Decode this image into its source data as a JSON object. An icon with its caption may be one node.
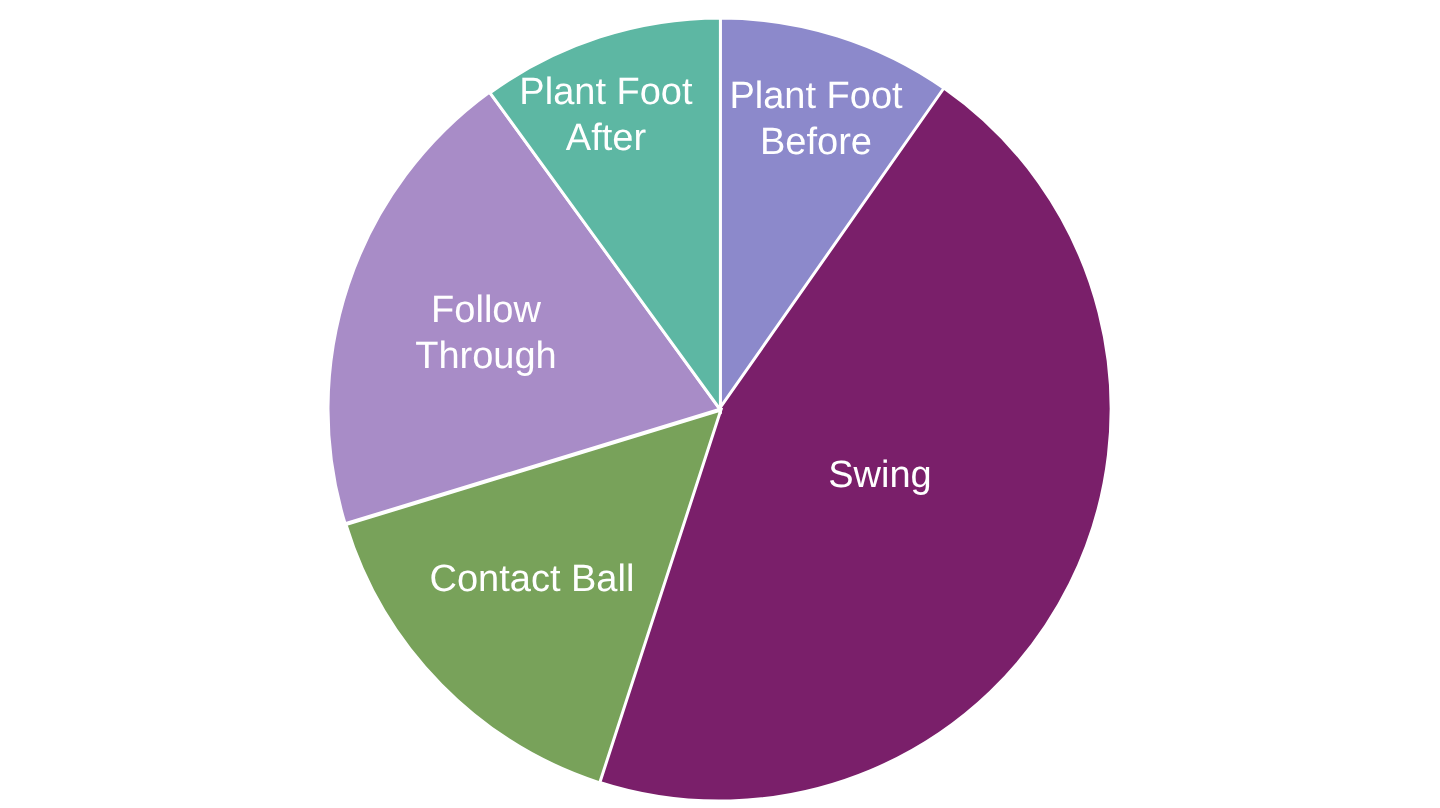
{
  "diagram": {
    "nodes": [
      {
        "text": [
          "Plant Foot Before"
        ]
      },
      {
        "text": [
          "Swing"
        ]
      },
      {
        "text": [
          "Contact Ball"
        ]
      },
      {
        "text": [
          "Follow Through"
        ]
      },
      {
        "text": [
          "Plant Foot After"
        ]
      }
    ]
  }
}
